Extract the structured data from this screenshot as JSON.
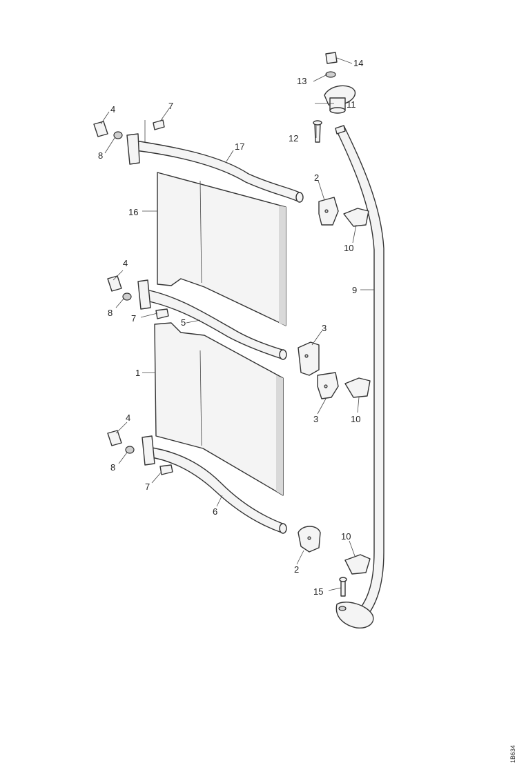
{
  "parts": {
    "p1": "1",
    "p2a": "2",
    "p2b": "2",
    "p3a": "3",
    "p3b": "3",
    "p4a": "4",
    "p4b": "4",
    "p4c": "4",
    "p5": "5",
    "p6": "6",
    "p7a": "7",
    "p7b": "7",
    "p7c": "7",
    "p8a": "8",
    "p8b": "8",
    "p8c": "8",
    "p9": "9",
    "p10a": "10",
    "p10b": "10",
    "p10c": "10",
    "p11": "11",
    "p12": "12",
    "p13": "13",
    "p14": "14",
    "p15": "15",
    "p16": "16",
    "p17": "17"
  },
  "reference_code": "1B634"
}
